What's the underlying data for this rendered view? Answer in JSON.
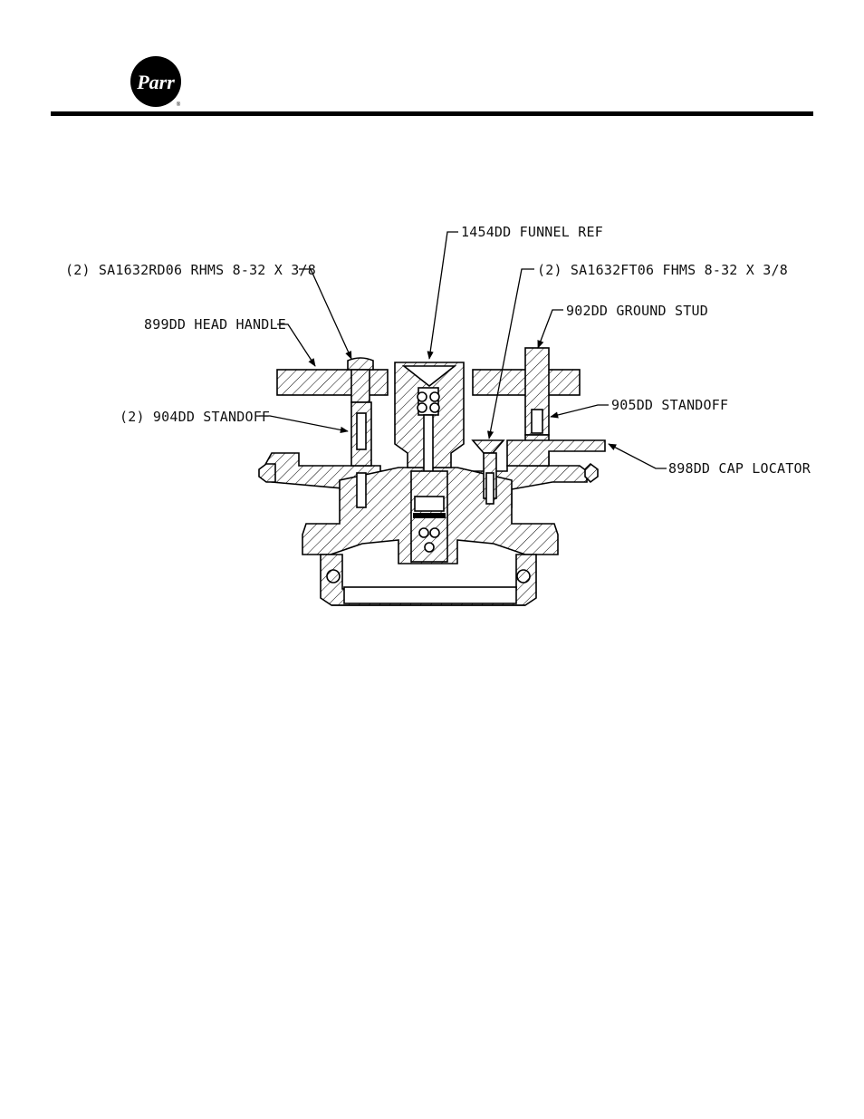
{
  "header": {
    "logo_text": "Parr",
    "logo_mark": "®"
  },
  "callouts": {
    "funnel": "1454DD FUNNEL REF",
    "rhms_screw": "(2) SA1632RD06 RHMS 8-32 X 3/8",
    "fhms_screw": "(2) SA1632FT06 FHMS 8-32 X 3/8",
    "ground_stud": "902DD GROUND STUD",
    "head_handle": "899DD HEAD HANDLE",
    "standoff_905": "905DD STANDOFF",
    "standoff_904": "(2) 904DD STANDOFF",
    "cap_locator": "898DD CAP LOCATOR"
  }
}
